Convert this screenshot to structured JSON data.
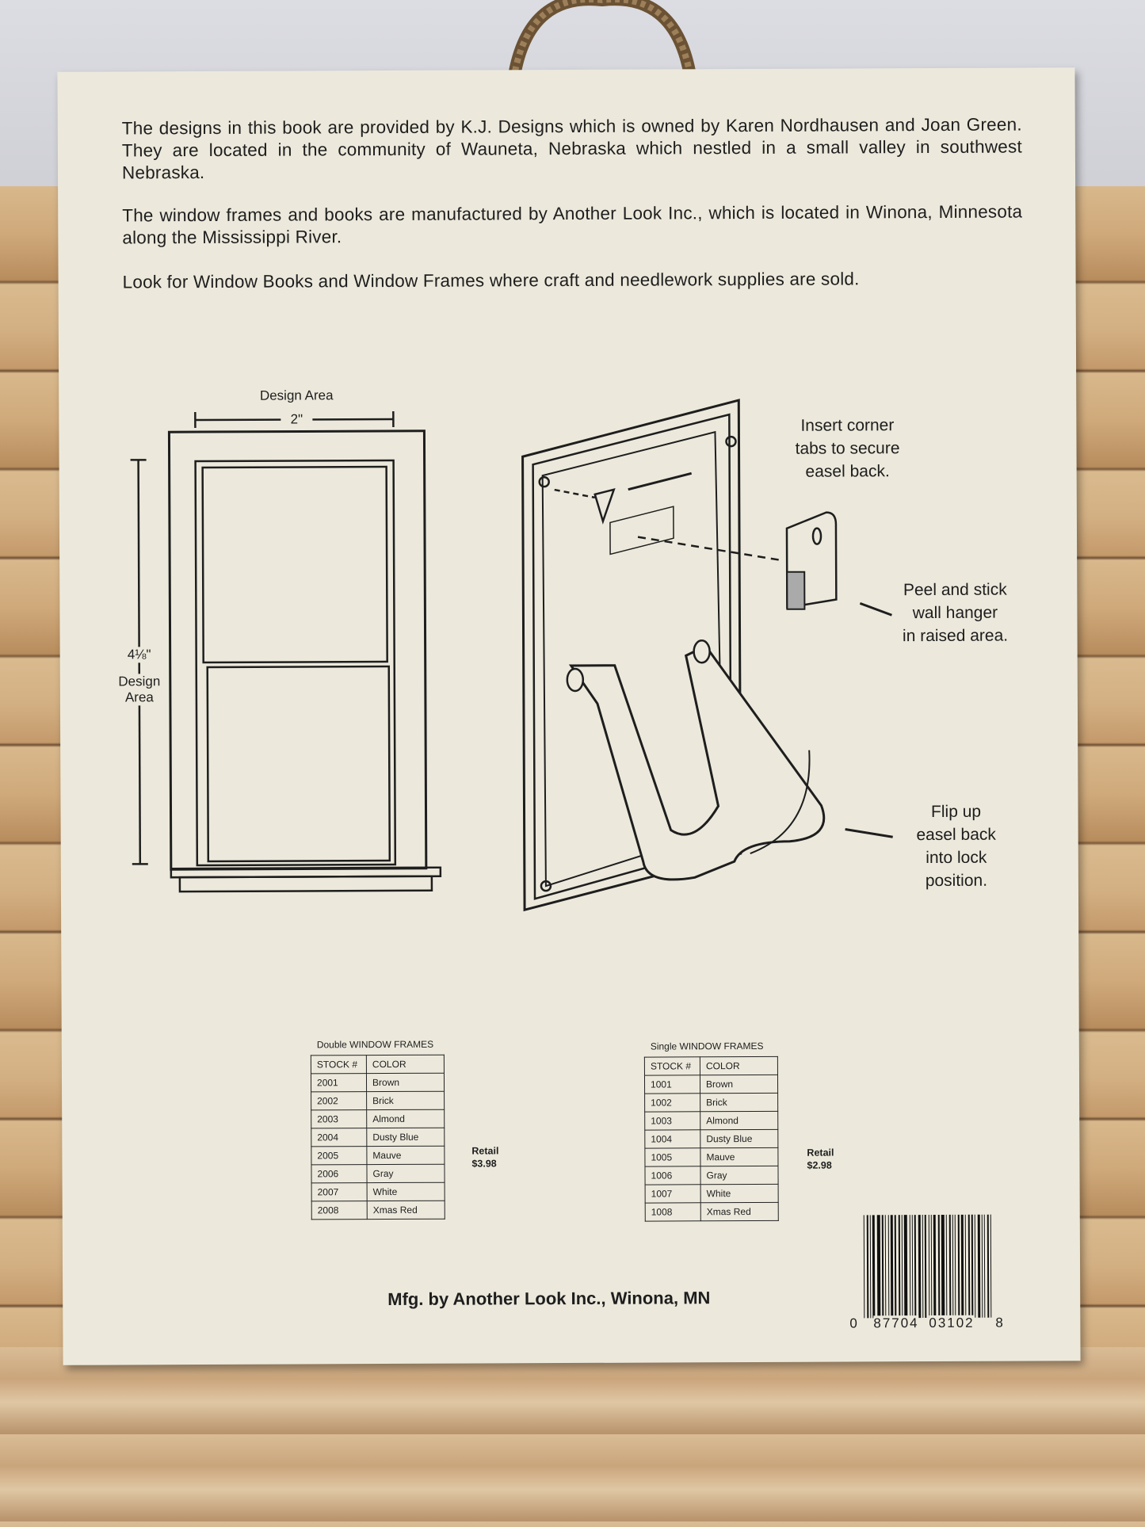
{
  "paragraphs": [
    "The designs in this book are provided by K.J. Designs which is owned by Karen Nordhausen and Joan Green. They are located in the community of Wauneta, Nebraska which nestled in a small valley in southwest Nebraska.",
    "The window frames and books are manufactured by Another Look Inc., which is located in Winona, Minnesota along the Mississippi River.",
    "Look for Window Books and Window Frames where craft and needlework supplies are sold."
  ],
  "window_diagram": {
    "width_label": "Design Area",
    "width_value": "2\"",
    "height_value": "4⅛\"",
    "height_label_1": "Design",
    "height_label_2": "Area"
  },
  "instructions": {
    "insert": [
      "Insert corner",
      "tabs to secure",
      "easel back."
    ],
    "peel": [
      "Peel and stick",
      "wall hanger",
      "in raised area."
    ],
    "flip": [
      "Flip up",
      "easel back",
      "into lock",
      "position."
    ]
  },
  "tables": [
    {
      "caption": "Double WINDOW FRAMES",
      "headers": [
        "STOCK #",
        "COLOR"
      ],
      "rows": [
        [
          "2001",
          "Brown"
        ],
        [
          "2002",
          "Brick"
        ],
        [
          "2003",
          "Almond"
        ],
        [
          "2004",
          "Dusty Blue"
        ],
        [
          "2005",
          "Mauve"
        ],
        [
          "2006",
          "Gray"
        ],
        [
          "2007",
          "White"
        ],
        [
          "2008",
          "Xmas Red"
        ]
      ],
      "retail_label": "Retail",
      "retail_price": "$3.98"
    },
    {
      "caption": "Single WINDOW FRAMES",
      "headers": [
        "STOCK #",
        "COLOR"
      ],
      "rows": [
        [
          "1001",
          "Brown"
        ],
        [
          "1002",
          "Brick"
        ],
        [
          "1003",
          "Almond"
        ],
        [
          "1004",
          "Dusty Blue"
        ],
        [
          "1005",
          "Mauve"
        ],
        [
          "1006",
          "Gray"
        ],
        [
          "1007",
          "White"
        ],
        [
          "1008",
          "Xmas Red"
        ]
      ],
      "retail_label": "Retail",
      "retail_price": "$2.98"
    }
  ],
  "footer": "Mfg. by Another Look Inc., Winona, MN",
  "barcode": {
    "lead": "0",
    "left": "87704",
    "right": "03102",
    "check": "8"
  },
  "colors": {
    "paper": "#ece9dc",
    "ink": "#1e1e1e"
  }
}
